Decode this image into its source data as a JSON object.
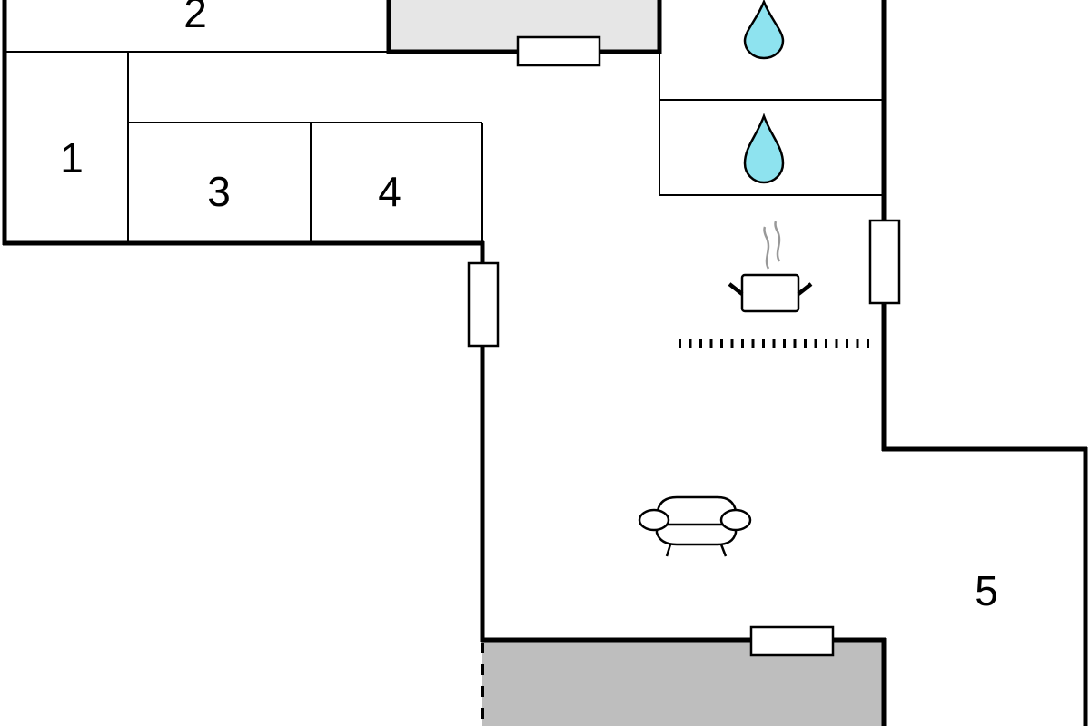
{
  "rooms": {
    "r1": "1",
    "r2": "2",
    "r3": "3",
    "r4": "4",
    "r5": "5"
  },
  "colors": {
    "wall": "#000000",
    "shaded_top": "#e6e6e6",
    "shaded_bottom": "#bebebe",
    "water": "#8ee3ef",
    "steam": "#999999"
  },
  "icons": [
    "water-drop-icon",
    "water-drop-icon",
    "cooking-pot-icon",
    "armchair-icon"
  ]
}
